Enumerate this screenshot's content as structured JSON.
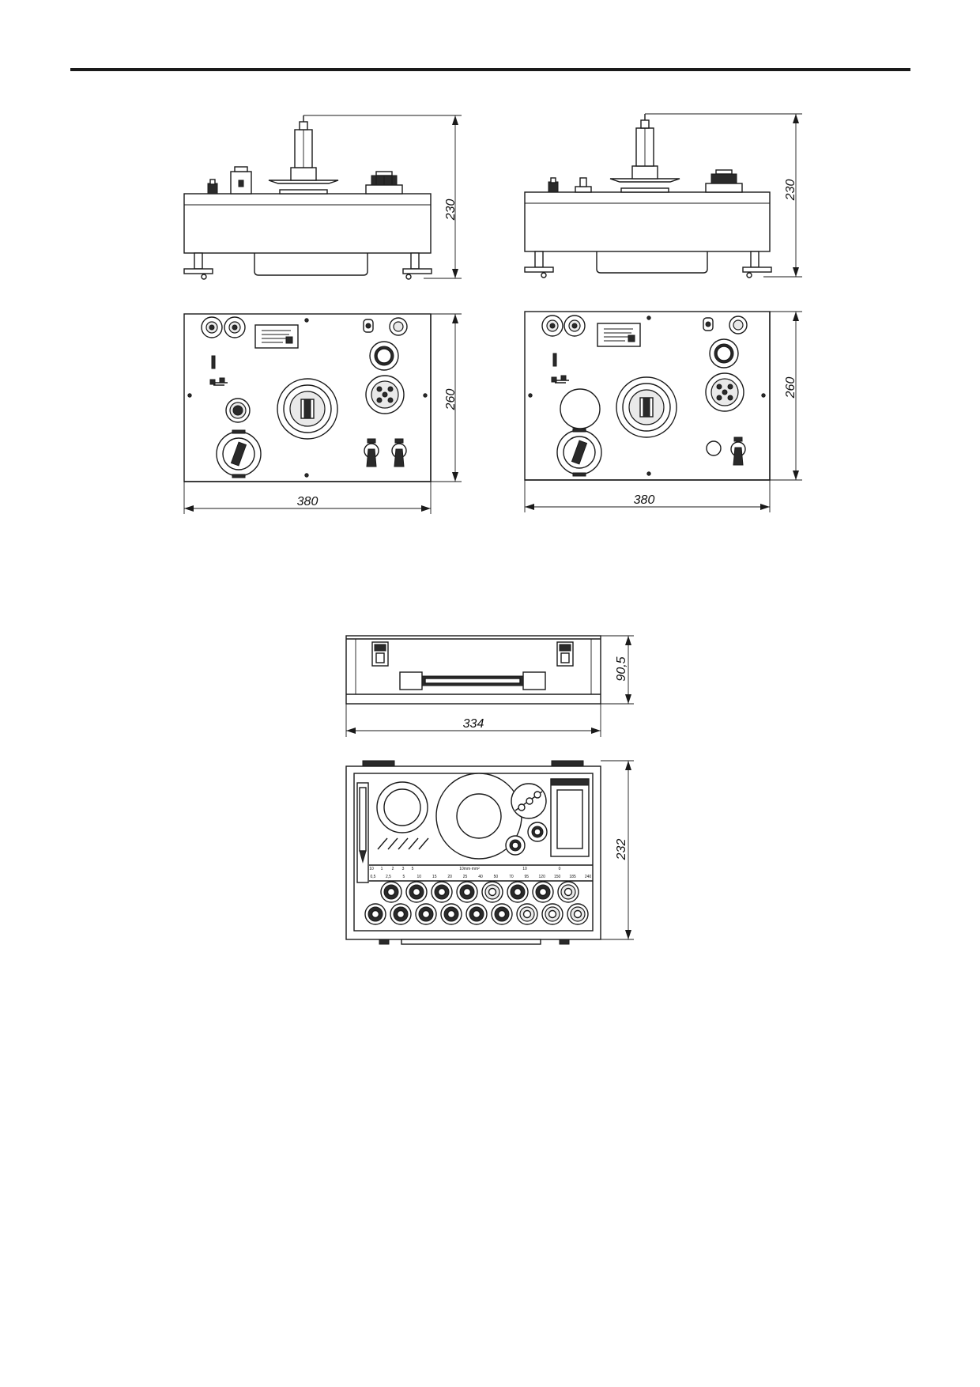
{
  "dimensions": {
    "left_side_height": "230",
    "left_top_depth": "260",
    "left_top_width": "380",
    "right_side_height": "230",
    "right_top_depth": "260",
    "right_top_width": "380",
    "case_front_height": "90,5",
    "case_front_width": "334",
    "case_open_depth": "232"
  },
  "case_scale": {
    "top_row": [
      "10",
      "1",
      "2",
      "3",
      "5",
      "10mm·mm²",
      "10",
      "0"
    ],
    "bottom_row": [
      "0,5",
      "2,5",
      "5",
      "10",
      "15",
      "20",
      "25",
      "40",
      "50",
      "70",
      "95",
      "120",
      "150",
      "185",
      "240"
    ]
  }
}
